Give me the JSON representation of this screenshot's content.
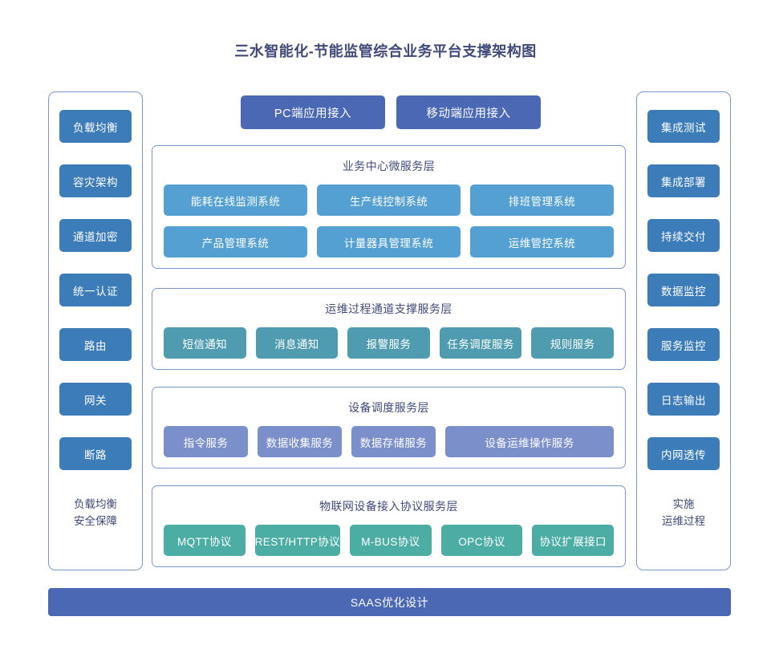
{
  "title": "三水智能化-节能监管综合业务平台支撑架构图",
  "colors": {
    "title_text": "#3f4a78",
    "panel_border": "#7d94c8",
    "side_chip": "#3c7cb9",
    "top_button": "#4a68b4",
    "business_cell": "#55a0d3",
    "ops_cell": "#4f9cb0",
    "device_cell": "#7b8fcb",
    "iot_cell": "#4cada4",
    "saas_bar": "#4a68b4"
  },
  "left_panel": {
    "items": [
      {
        "label": "负载均衡"
      },
      {
        "label": "容灾架构"
      },
      {
        "label": "通道加密"
      },
      {
        "label": "统一认证"
      },
      {
        "label": "路由"
      },
      {
        "label": "网关"
      },
      {
        "label": "断路"
      }
    ],
    "footer_line1": "负载均衡",
    "footer_line2": "安全保障"
  },
  "right_panel": {
    "items": [
      {
        "label": "集成测试"
      },
      {
        "label": "集成部署"
      },
      {
        "label": "持续交付"
      },
      {
        "label": "数据监控"
      },
      {
        "label": "服务监控"
      },
      {
        "label": "日志输出"
      },
      {
        "label": "内网透传"
      }
    ],
    "footer_line1": "实施",
    "footer_line2": "运维过程"
  },
  "top_access": {
    "buttons": [
      {
        "label": "PC端应用接入"
      },
      {
        "label": "移动端应用接入"
      }
    ]
  },
  "layers": [
    {
      "id": "business",
      "title": "业务中心微服务层",
      "rows": [
        [
          {
            "label": "能耗在线监测系统"
          },
          {
            "label": "生产线控制系统"
          },
          {
            "label": "排班管理系统"
          }
        ],
        [
          {
            "label": "产品管理系统"
          },
          {
            "label": "计量器具管理系统"
          },
          {
            "label": "运维管控系统"
          }
        ]
      ]
    },
    {
      "id": "ops",
      "title": "运维过程通道支撑服务层",
      "rows": [
        [
          {
            "label": "短信通知"
          },
          {
            "label": "消息通知"
          },
          {
            "label": "报警服务"
          },
          {
            "label": "任务调度服务"
          },
          {
            "label": "规则服务"
          }
        ]
      ]
    },
    {
      "id": "device",
      "title": "设备调度服务层",
      "rows": [
        [
          {
            "label": "指令服务"
          },
          {
            "label": "数据收集服务"
          },
          {
            "label": "数据存储服务"
          },
          {
            "label": "设备运维操作服务",
            "grow": 2
          }
        ]
      ]
    },
    {
      "id": "iot",
      "title": "物联网设备接入协议服务层",
      "rows": [
        [
          {
            "label": "MQTT协议"
          },
          {
            "label": "REST/HTTP协议"
          },
          {
            "label": "M-BUS协议"
          },
          {
            "label": "OPC协议"
          },
          {
            "label": "协议扩展接口"
          }
        ]
      ]
    }
  ],
  "bottom_bar": {
    "label": "SAAS优化设计"
  }
}
